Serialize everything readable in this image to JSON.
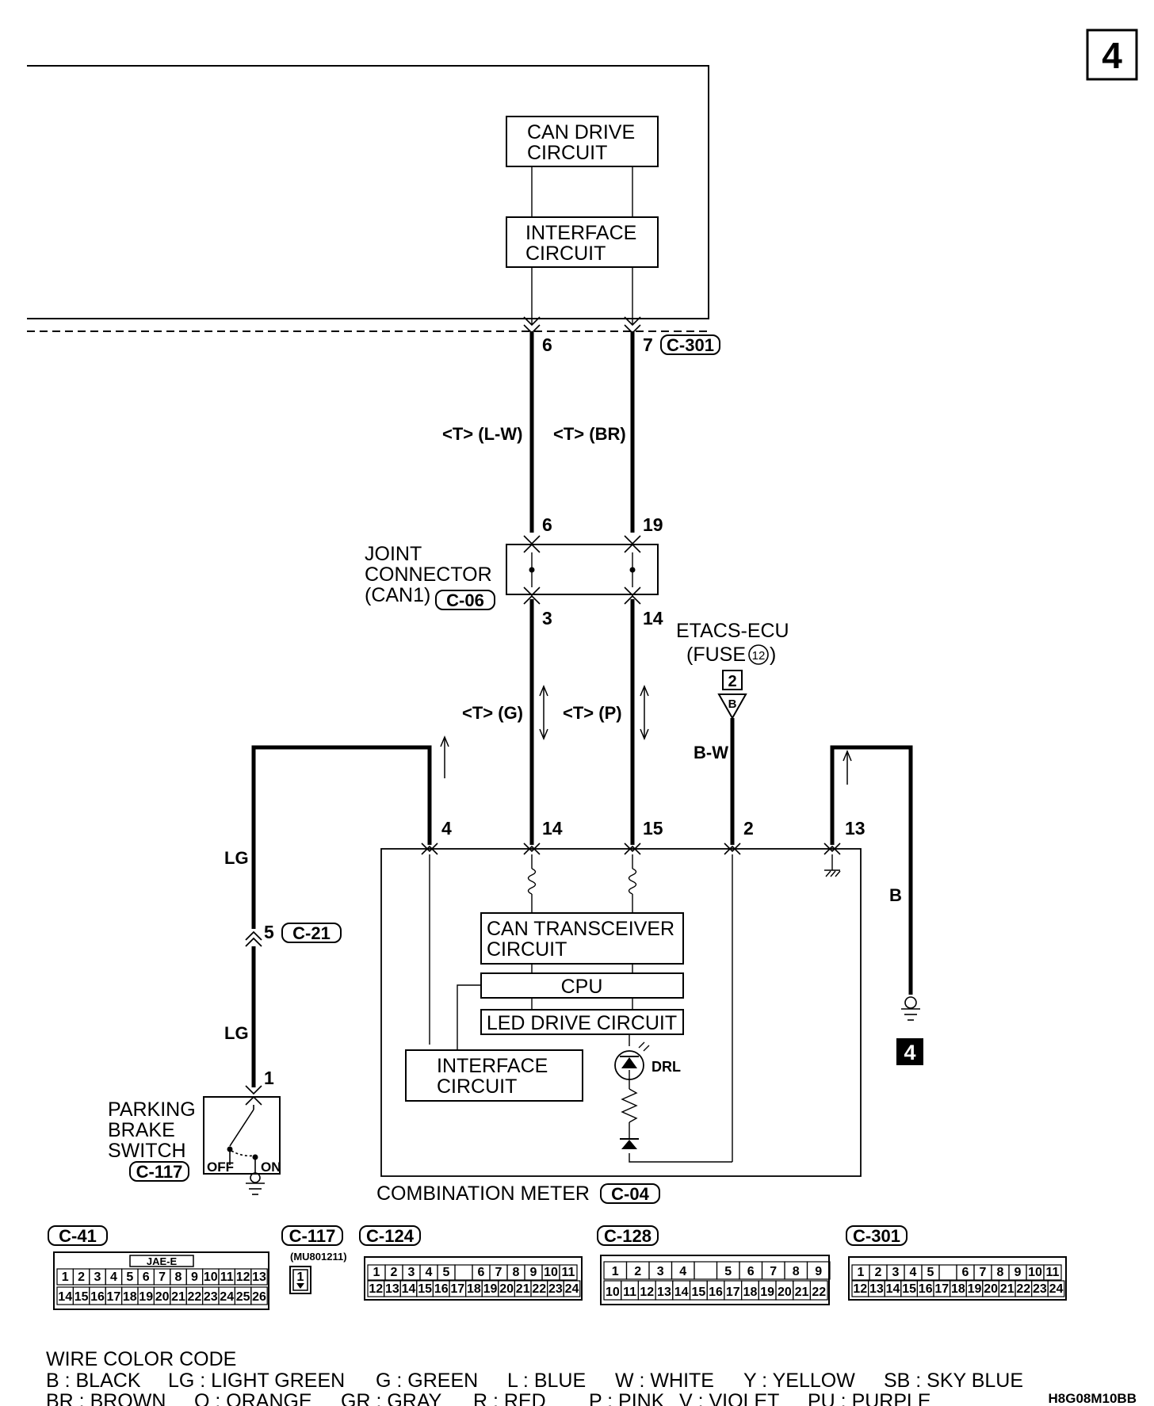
{
  "page_number": "4",
  "ground_number": "4",
  "footer_code": "H8G08M10BB",
  "blocks": {
    "can_drive": [
      "CAN DRIVE",
      "CIRCUIT"
    ],
    "interface_top": [
      "INTERFACE",
      "CIRCUIT"
    ],
    "joint_connector": [
      "JOINT",
      "CONNECTOR",
      "(CAN1)"
    ],
    "etacs": [
      "ETACS-ECU",
      "(FUSE"
    ],
    "fuse_no": "12",
    "can_transceiver": [
      "CAN TRANSCEIVER",
      "CIRCUIT"
    ],
    "cpu": "CPU",
    "led_drive": "LED DRIVE CIRCUIT",
    "interface_inner": [
      "INTERFACE",
      "CIRCUIT"
    ],
    "drl": "DRL",
    "parking_brake": [
      "PARKING",
      "BRAKE",
      "SWITCH"
    ],
    "off": "OFF",
    "on": "ON",
    "combination_meter": "COMBINATION METER"
  },
  "connectors": {
    "c301": "C-301",
    "c06": "C-06",
    "c21": "C-21",
    "c117": "C-117",
    "c04": "C-04",
    "c41": "C-41",
    "c124": "C-124",
    "c128": "C-128",
    "etacs_pin": "2",
    "etacs_letter": "B"
  },
  "pins": {
    "p6a": "6",
    "p7": "7",
    "p6b": "6",
    "p19": "19",
    "p3": "3",
    "p14a": "14",
    "p4": "4",
    "p14b": "14",
    "p15": "15",
    "p2": "2",
    "p13": "13",
    "p5": "5",
    "p1": "1"
  },
  "wires": {
    "lw": "<T> (L-W)",
    "br": "<T> (BR)",
    "g": "<T> (G)",
    "p": "<T> (P)",
    "bw": "B-W",
    "lg1": "LG",
    "lg2": "LG",
    "b": "B"
  },
  "connector_faces": {
    "c41_tag": "JAE-E",
    "c41_row1": [
      "1",
      "2",
      "3",
      "4",
      "5",
      "6",
      "7",
      "8",
      "9",
      "10",
      "11",
      "12",
      "13"
    ],
    "c41_row2": [
      "14",
      "15",
      "16",
      "17",
      "18",
      "19",
      "20",
      "21",
      "22",
      "23",
      "24",
      "25",
      "26"
    ],
    "c117_part": "(MU801211)",
    "c117_cell": "1",
    "c124_row1": [
      "1",
      "2",
      "3",
      "4",
      "5",
      "",
      "6",
      "7",
      "8",
      "9",
      "10",
      "11"
    ],
    "c124_row2": [
      "12",
      "13",
      "14",
      "15",
      "16",
      "17",
      "18",
      "19",
      "20",
      "21",
      "22",
      "23",
      "24"
    ],
    "c128_row1": [
      "1",
      "2",
      "3",
      "4",
      "",
      "5",
      "6",
      "7",
      "8",
      "9"
    ],
    "c128_row2": [
      "10",
      "11",
      "12",
      "13",
      "14",
      "15",
      "16",
      "17",
      "18",
      "19",
      "20",
      "21",
      "22"
    ],
    "c301_row1": [
      "1",
      "2",
      "3",
      "4",
      "5",
      "",
      "6",
      "7",
      "8",
      "9",
      "10",
      "11"
    ],
    "c301_row2": [
      "12",
      "13",
      "14",
      "15",
      "16",
      "17",
      "18",
      "19",
      "20",
      "21",
      "22",
      "23",
      "24"
    ]
  },
  "wire_color_code": {
    "title": "WIRE COLOR CODE",
    "line1": [
      "B : BLACK",
      "LG : LIGHT GREEN",
      "G : GREEN",
      "L : BLUE",
      "W : WHITE",
      "Y : YELLOW",
      "SB : SKY BLUE"
    ],
    "line2": [
      "BR : BROWN",
      "O : ORANGE",
      "GR : GRAY",
      "R : RED",
      "P : PINK",
      "V : VIOLET",
      "PU : PURPLE"
    ]
  }
}
